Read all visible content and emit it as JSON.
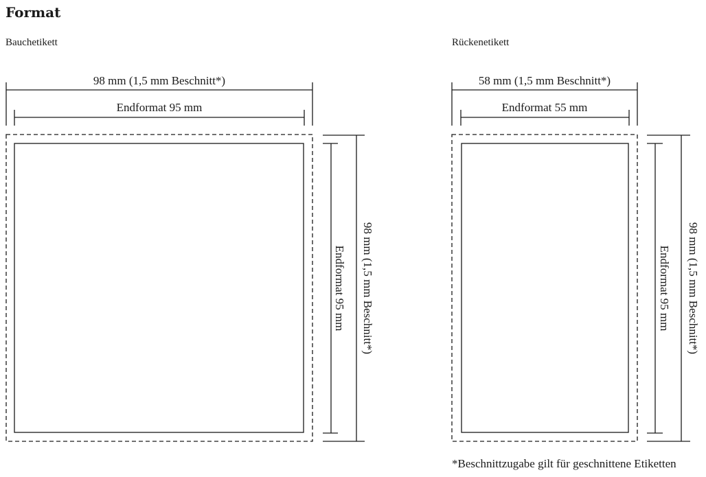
{
  "title": "Format",
  "labels": [
    {
      "name": "Bauchetikett",
      "width_total": "98 mm (1,5 mm Beschnitt*)",
      "width_final": "Endformat 95 mm",
      "height_total": "98 mm (1,5 mm Beschnitt*)",
      "height_final": "Endformat 95 mm"
    },
    {
      "name": "Rückenetikett",
      "width_total": "58 mm (1,5 mm Beschnitt*)",
      "width_final": "Endformat 55 mm",
      "height_total": "98 mm (1,5 mm Beschnitt*)",
      "height_final": "Endformat 95 mm"
    }
  ],
  "footnote": "*Beschnittzugabe gilt für geschnittene Etiketten"
}
